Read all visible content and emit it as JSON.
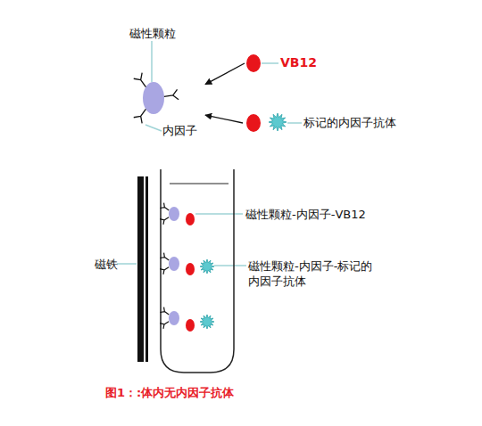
{
  "diagram": {
    "caption": "图1：:体内无内因子抗体",
    "nodes": [
      {
        "text": [
          "磁性颗粒",
          "内因子"
        ]
      },
      {
        "text": [
          "VB12"
        ]
      },
      {
        "text": [
          "标记的内因子抗体"
        ]
      }
    ],
    "edges": [
      {
        "from": 1,
        "to": 0,
        "arrow": "to"
      },
      {
        "from": 2,
        "to": 0,
        "arrow": "to"
      }
    ],
    "labels": [
      "磁性颗粒-内因子-VB12",
      "磁性颗粒-内因子-标记的内因子抗体",
      "磁铁"
    ]
  }
}
